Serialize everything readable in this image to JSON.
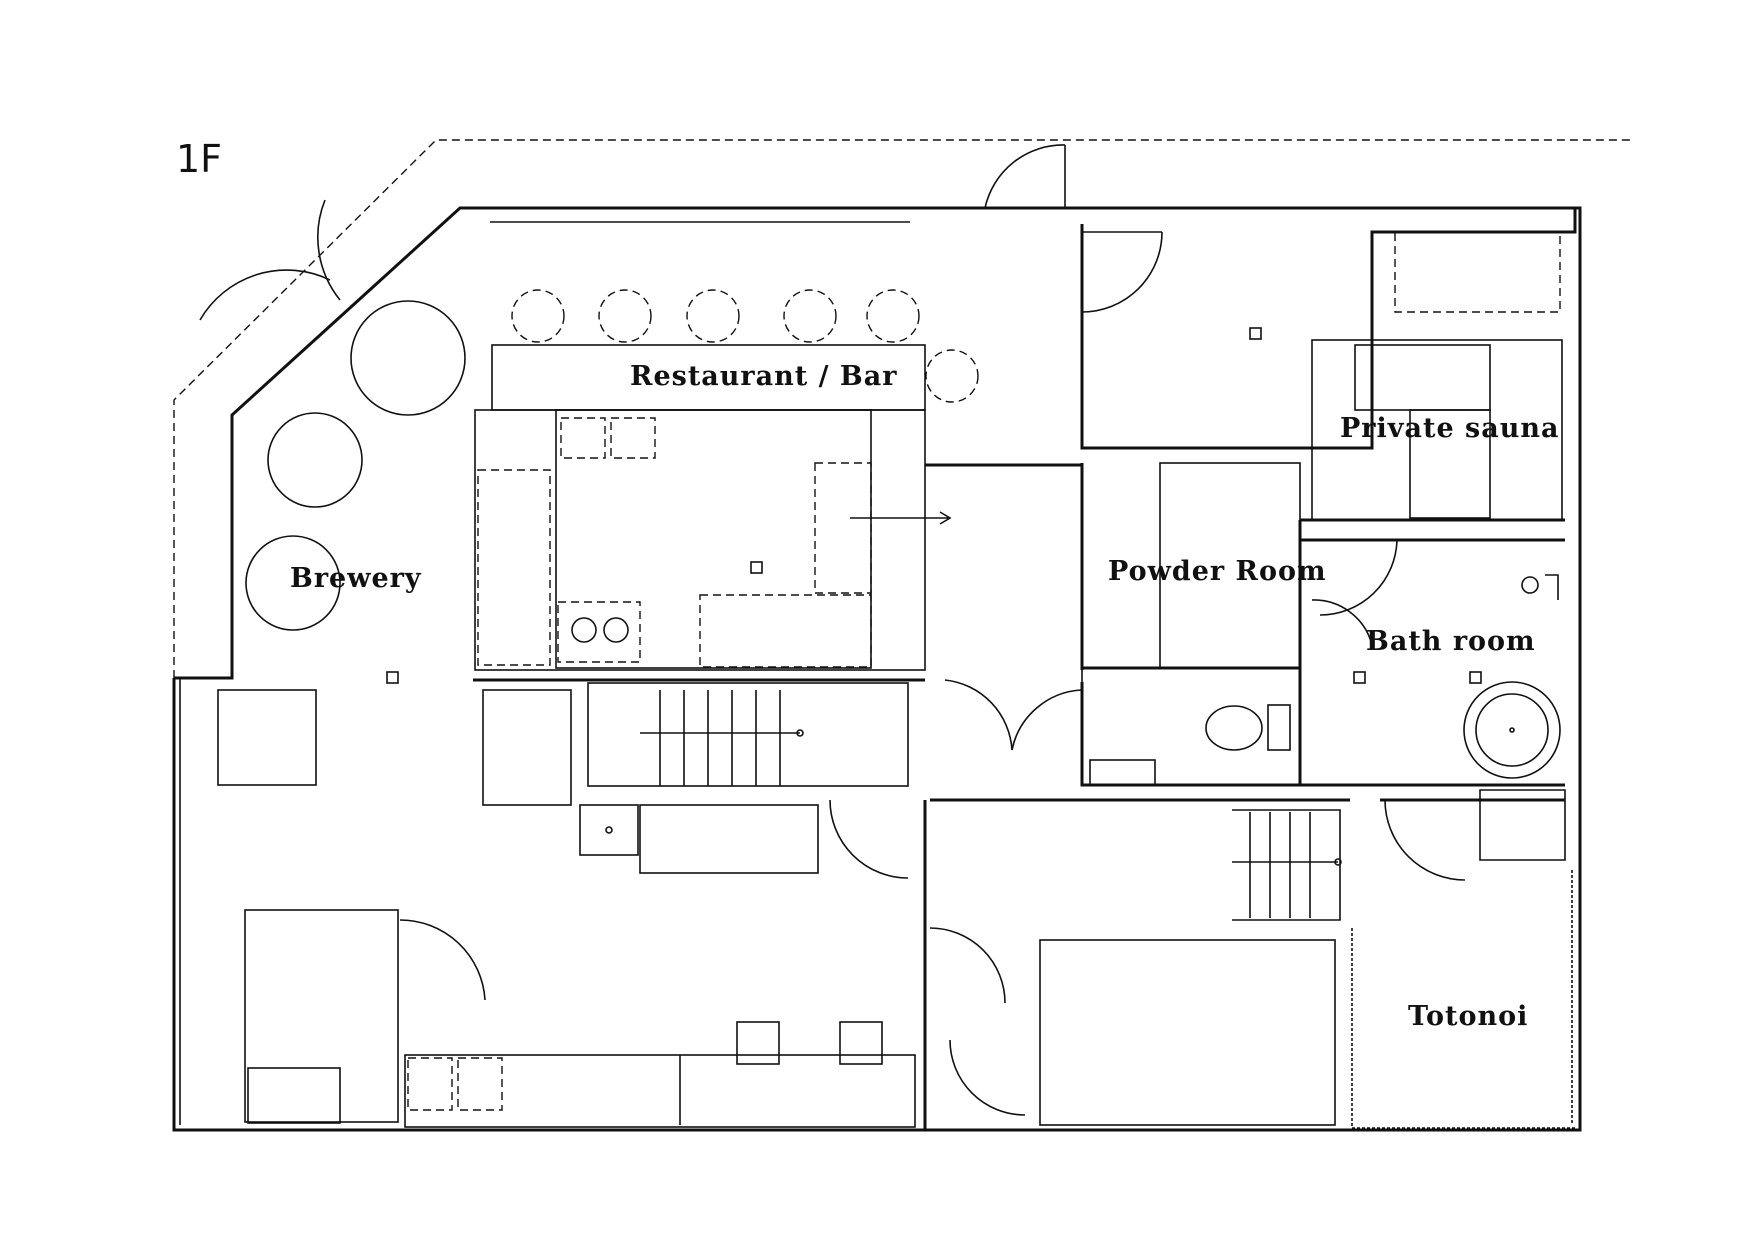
{
  "floor_label": "1F",
  "rooms": {
    "restaurant_bar": "Restaurant / Bar",
    "brewery": "Brewery",
    "private_sauna": "Private sauna",
    "powder_room": "Powder Room",
    "bath_room": "Bath room",
    "totonoi": "Totonoi"
  }
}
